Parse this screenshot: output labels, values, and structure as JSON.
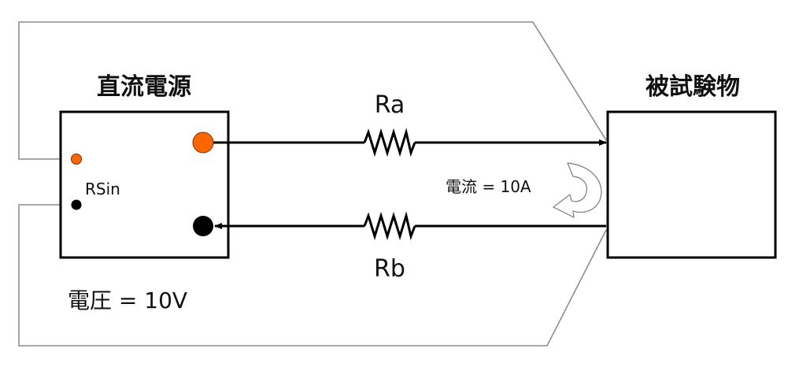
{
  "diagram": {
    "power_supply": {
      "title": "直流電源",
      "sense_label": "RSin",
      "voltage_label": "電圧 = 10V"
    },
    "device_under_test": {
      "title": "被試験物"
    },
    "resistors": {
      "upper": "Ra",
      "lower": "Rb"
    },
    "current_label": "電流 = 10A",
    "colors": {
      "positive_terminal": "#ff6600",
      "negative_terminal": "#000000",
      "main_wire": "#000000",
      "sense_wire": "#8c8c8c"
    }
  }
}
